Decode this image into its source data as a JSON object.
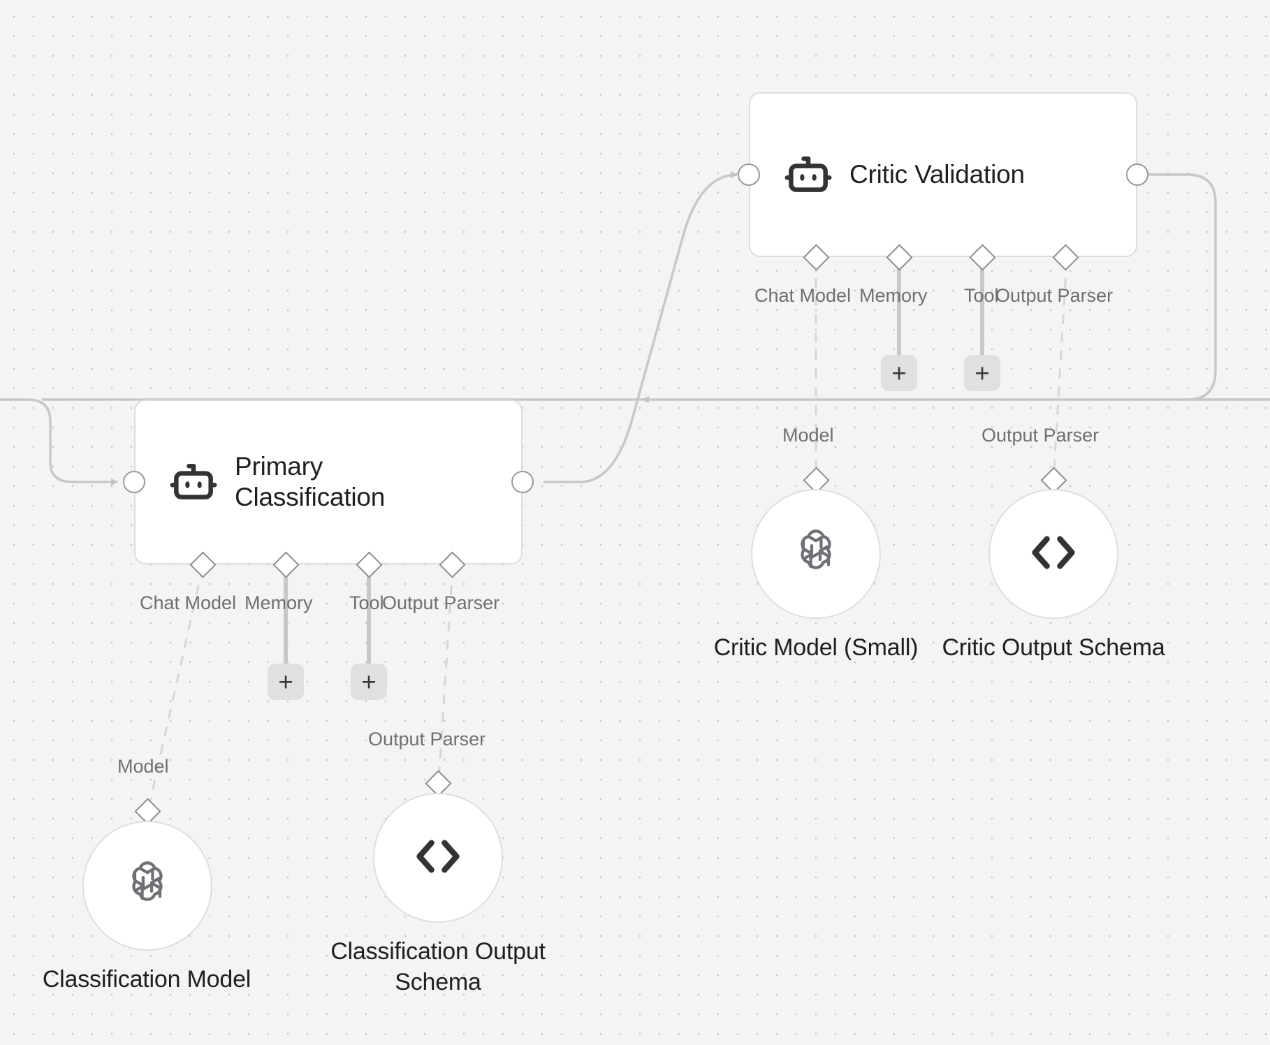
{
  "canvas": {
    "background_color": "#f4f4f4",
    "dot_color": "#c9c9c9",
    "edge_color": "#c8c8c8",
    "node_border_color": "#dddddd",
    "label_color": "#6f6f6f",
    "title_color": "#1f1f1f"
  },
  "agents": [
    {
      "id": "primary-classification",
      "title": "Primary Classification",
      "icon": "robot-icon",
      "ports": [
        {
          "label": "Chat Model",
          "icon": "diamond-handle"
        },
        {
          "label": "Memory",
          "icon": "diamond-handle"
        },
        {
          "label": "Tool",
          "icon": "diamond-handle"
        },
        {
          "label": "Output Parser",
          "icon": "diamond-handle"
        }
      ],
      "add_buttons": [
        "+",
        "+"
      ]
    },
    {
      "id": "critic-validation",
      "title": "Critic Validation",
      "icon": "robot-icon",
      "ports": [
        {
          "label": "Chat Model",
          "icon": "diamond-handle"
        },
        {
          "label": "Memory",
          "icon": "diamond-handle"
        },
        {
          "label": "Tool",
          "icon": "diamond-handle"
        },
        {
          "label": "Output Parser",
          "icon": "diamond-handle"
        }
      ],
      "add_buttons": [
        "+",
        "+"
      ]
    }
  ],
  "sub_nodes": [
    {
      "id": "classification-model",
      "caption": "Classification Model",
      "port_label": "Model",
      "icon": "openai-icon"
    },
    {
      "id": "classification-output-schema",
      "caption": "Classification Output Schema",
      "port_label": "Output Parser",
      "icon": "code-brackets-icon"
    },
    {
      "id": "critic-model-small",
      "caption": "Critic Model (Small)",
      "port_label": "Model",
      "icon": "openai-icon"
    },
    {
      "id": "critic-output-schema",
      "caption": "Critic Output Schema",
      "port_label": "Output Parser",
      "icon": "code-brackets-icon"
    }
  ]
}
